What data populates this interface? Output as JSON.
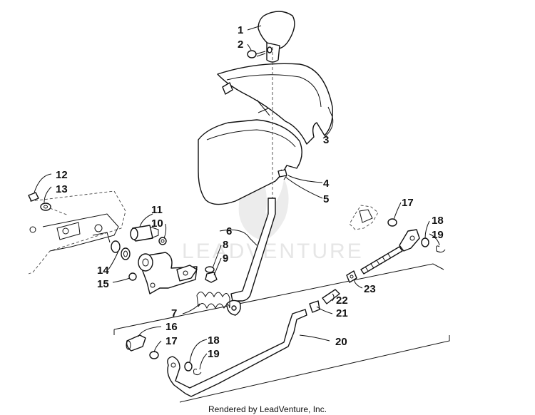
{
  "watermark": "LEADVENTURE",
  "footer": "Rendered by LeadVenture, Inc.",
  "callouts": [
    "1",
    "2",
    "3",
    "4",
    "5",
    "6",
    "7",
    "8",
    "9",
    "10",
    "11",
    "12",
    "13",
    "14",
    "15",
    "16",
    "17",
    "17",
    "18",
    "18",
    "19",
    "19",
    "20",
    "21",
    "22",
    "23"
  ]
}
